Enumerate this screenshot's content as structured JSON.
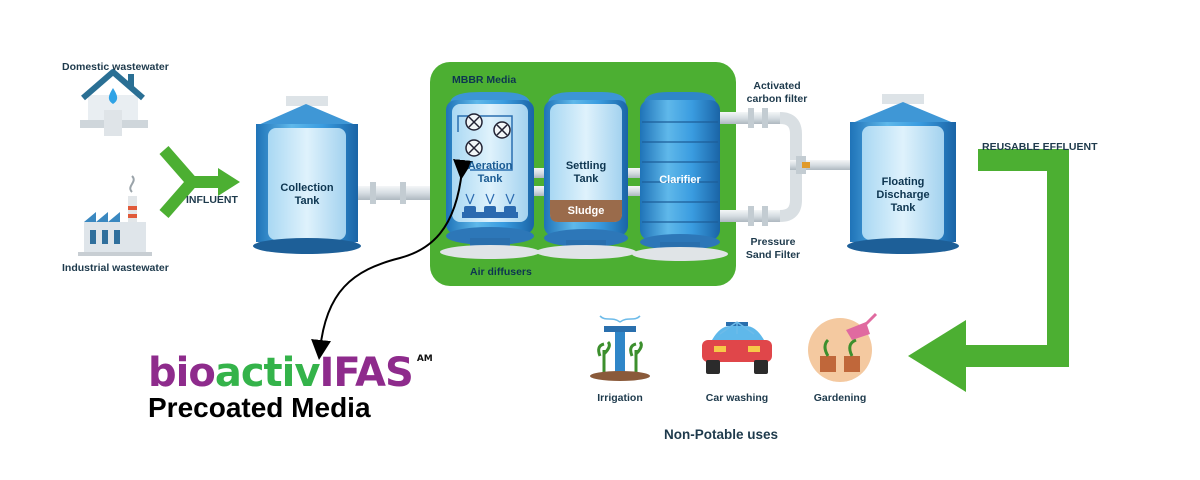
{
  "sources": {
    "domestic": "Domestic wastewater",
    "industrial": "Industrial wastewater",
    "influent": "INFLUENT"
  },
  "tanks": {
    "collection": [
      "Collection",
      "Tank"
    ],
    "aeration": [
      "Aeration",
      "Tank"
    ],
    "settling": [
      "Settling",
      "Tank"
    ],
    "sludge": "Sludge",
    "clarifier": "Clarifier",
    "discharge": [
      "Floating",
      "Discharge",
      "Tank"
    ]
  },
  "mbbr": {
    "media": "MBBR Media",
    "air_diffusers": "Air diffusers"
  },
  "filters": {
    "activated": [
      "Activated",
      "carbon filter"
    ],
    "pressure": [
      "Pressure",
      "Sand Filter"
    ]
  },
  "effluent": "REUSABLE EFFLUENT",
  "uses": {
    "items": [
      "Irrigation",
      "Car washing",
      "Gardening"
    ],
    "caption": "Non-Potable uses"
  },
  "brand": {
    "part1": "bio",
    "part2": "activ",
    "part3": "IFAS",
    "mark": "AM",
    "subtitle": "Precoated Media"
  },
  "colors": {
    "green": "#4caf32",
    "tank_blue": "#2f8fd6",
    "tank_light": "#bfe3f7",
    "label_dark": "#1e3a4c",
    "brand_purple": "#8e2b8c",
    "brand_green": "#34b34a"
  }
}
